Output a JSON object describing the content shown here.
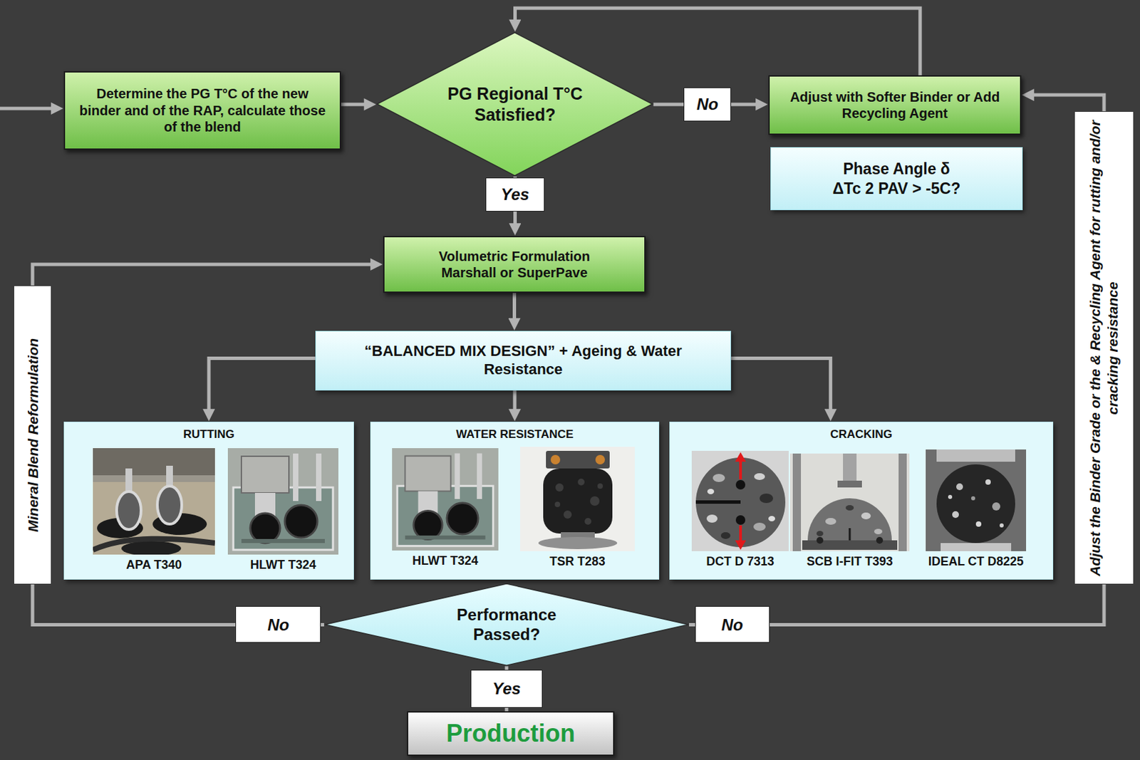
{
  "diagram": {
    "nodes": [
      {
        "text": [
          "Determine the PG T°C of the new binder and of the RAP, calculate those of the blend"
        ]
      },
      {
        "text": [
          "PG Regional T°C Satisfied?"
        ]
      },
      {
        "text": [
          "Adjust with Softer Binder or Add Recycling Agent"
        ]
      },
      {
        "text": [
          "Phase Angle δ ΔTc 2 PAV > -5C?"
        ]
      },
      {
        "text": [
          "Volumetric Formulation Marshall or SuperPave"
        ]
      },
      {
        "text": [
          "“BALANCED MIX DESIGN” + Ageing & Water Resistance"
        ]
      },
      {
        "text": [
          "RUTTING"
        ]
      },
      {
        "text": [
          "APA T340"
        ],
        "in": 6
      },
      {
        "text": [
          "HLWT T324"
        ],
        "in": 6
      },
      {
        "text": [
          "WATER RESISTANCE"
        ]
      },
      {
        "text": [
          "HLWT T324"
        ],
        "in": 9
      },
      {
        "text": [
          "TSR T283"
        ],
        "in": 9
      },
      {
        "text": [
          "CRACKING"
        ]
      },
      {
        "text": [
          "DCT D 7313"
        ],
        "in": 12
      },
      {
        "text": [
          "SCB I-FIT T393"
        ],
        "in": 12
      },
      {
        "text": [
          "IDEAL CT D8225"
        ],
        "in": 12
      },
      {
        "text": [
          "Performance Passed?"
        ]
      },
      {
        "text": [
          "Production"
        ]
      },
      {
        "text": [
          "Mineral Blend Reformulation"
        ]
      },
      {
        "text": [
          "Adjust the Binder Grade or the & Recycling Agent for rutting and/or cracking resistance"
        ]
      }
    ],
    "edges": [
      {
        "from": 0,
        "to": 1,
        "arrow": "to"
      },
      {
        "from": 1,
        "to": 2,
        "label": "No",
        "arrow": "to"
      },
      {
        "from": 2,
        "to": 1,
        "arrow": "to"
      },
      {
        "from": 1,
        "to": 4,
        "label": "Yes",
        "arrow": "to"
      },
      {
        "from": 4,
        "to": 5,
        "arrow": "to"
      },
      {
        "from": 5,
        "to": 6,
        "arrow": "to"
      },
      {
        "from": 5,
        "to": 9,
        "arrow": "to"
      },
      {
        "from": 5,
        "to": 12,
        "arrow": "to"
      },
      {
        "from": 16,
        "to": 18,
        "label": "No",
        "arrow": "none"
      },
      {
        "from": 18,
        "to": 4,
        "arrow": "to"
      },
      {
        "from": 16,
        "to": 19,
        "label": "No",
        "arrow": "none"
      },
      {
        "from": 19,
        "to": 2,
        "arrow": "to"
      },
      {
        "from": 16,
        "to": 17,
        "label": "Yes",
        "arrow": "none"
      }
    ]
  }
}
